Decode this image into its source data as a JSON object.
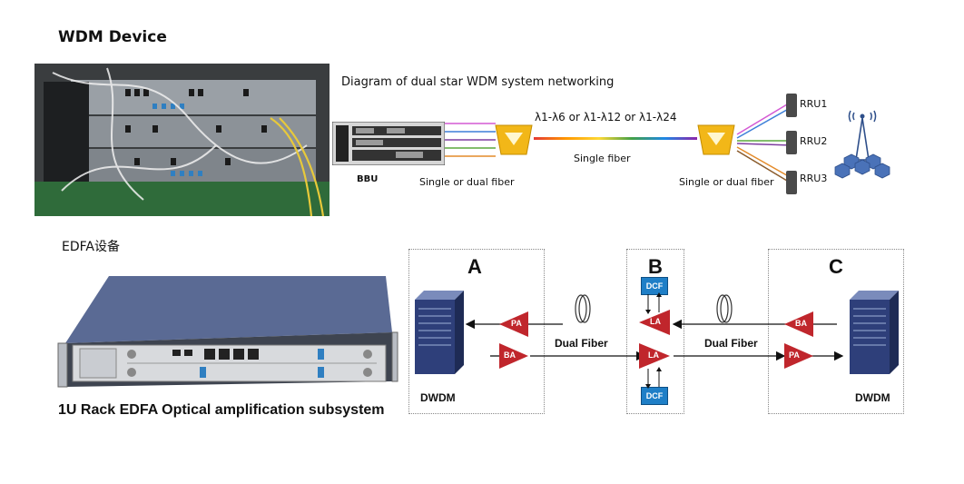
{
  "top": {
    "title": "WDM Device",
    "diagram_title": "Diagram of dual star WDM system networking",
    "wavelengths": "λ1-λ6 or λ1-λ12 or λ1-λ24",
    "single_fiber": "Single fiber",
    "bbu": "BBU",
    "left_fiber": "Single or dual fiber",
    "right_fiber": "Single or dual fiber",
    "rru": [
      "RRU1",
      "RRU2",
      "RRU3"
    ]
  },
  "bottom": {
    "title": "EDFA设备",
    "caption": "1U Rack EDFA Optical amplification subsystem",
    "panels": [
      "A",
      "B",
      "C"
    ],
    "dwdm_left": "DWDM",
    "dwdm_right": "DWDM",
    "dual_fiber_left": "Dual Fiber",
    "dual_fiber_right": "Dual Fiber",
    "amp_pa": "PA",
    "amp_ba": "BA",
    "amp_la": "LA",
    "dcf": "DCF"
  },
  "colors": {
    "amp_red": "#c0262c",
    "dcf_blue": "#1f7fc7",
    "server_navy": "#2e3f7a"
  }
}
